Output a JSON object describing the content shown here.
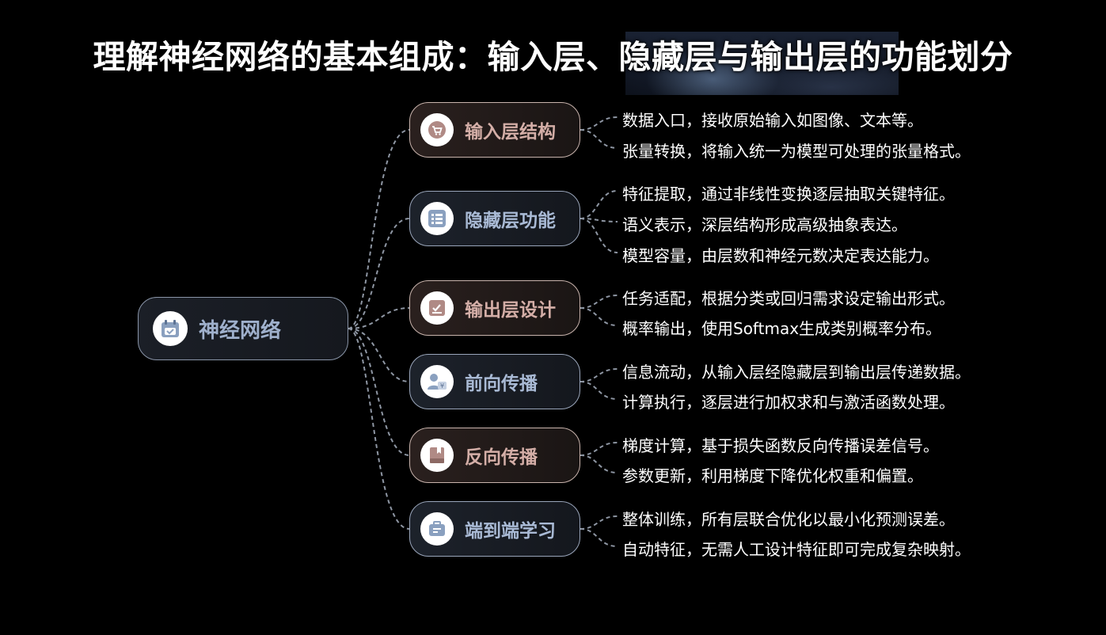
{
  "title": "理解神经网络的基本组成：输入层、隐藏层与输出层的功能划分",
  "root": {
    "label": "神经网络",
    "icon": "calendar-icon"
  },
  "branches": [
    {
      "label": "输入层结构",
      "icon": "cart-icon",
      "tone": "warm",
      "items": [
        "数据入口，接收原始输入如图像、文本等。",
        "张量转换，将输入统一为模型可处理的张量格式。"
      ]
    },
    {
      "label": "隐藏层功能",
      "icon": "list-icon",
      "tone": "cool",
      "items": [
        "特征提取，通过非线性变换逐层抽取关键特征。",
        "语义表示，深层结构形成高级抽象表达。",
        "模型容量，由层数和神经元数决定表达能力。"
      ]
    },
    {
      "label": "输出层设计",
      "icon": "checkbox-icon",
      "tone": "warm",
      "items": [
        "任务适配，根据分类或回归需求设定输出形式。",
        "概率输出，使用Softmax生成类别概率分布。"
      ]
    },
    {
      "label": "前向传播",
      "icon": "user-money-icon",
      "tone": "cool",
      "items": [
        "信息流动，从输入层经隐藏层到输出层传递数据。",
        "计算执行，逐层进行加权求和与激活函数处理。"
      ]
    },
    {
      "label": "反向传播",
      "icon": "book-icon",
      "tone": "warm",
      "items": [
        "梯度计算，基于损失函数反向传播误差信号。",
        "参数更新，利用梯度下降优化权重和偏置。"
      ]
    },
    {
      "label": "端到端学习",
      "icon": "briefcase-icon",
      "tone": "cool",
      "items": [
        "整体训练，所有层联合优化以最小化预测误差。",
        "自动特征，无需人工设计特征即可完成复杂映射。"
      ]
    }
  ]
}
